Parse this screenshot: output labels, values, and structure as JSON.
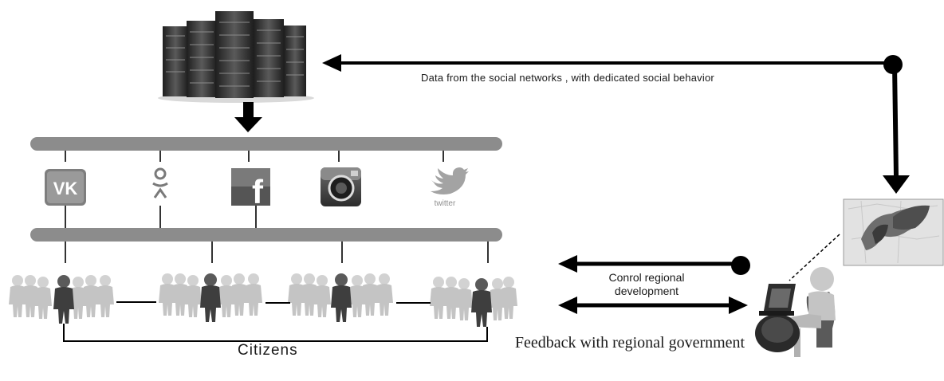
{
  "labels": {
    "data_flow": "Data from the social networks , with dedicated social behavior",
    "citizens": "Citizens",
    "control": "Conrol regional development",
    "feedback": "Feedback with regional government"
  },
  "networks": [
    {
      "name": "vk",
      "text": "VK"
    },
    {
      "name": "odnoklassniki",
      "text": ""
    },
    {
      "name": "facebook",
      "text": "f"
    },
    {
      "name": "instagram",
      "text": ""
    },
    {
      "name": "twitter",
      "text": "twitter"
    }
  ],
  "colors": {
    "bus": "#8c8c8c",
    "arrow": "#000000",
    "person": "#c9c9c9",
    "leader": "#4a4a4a"
  }
}
